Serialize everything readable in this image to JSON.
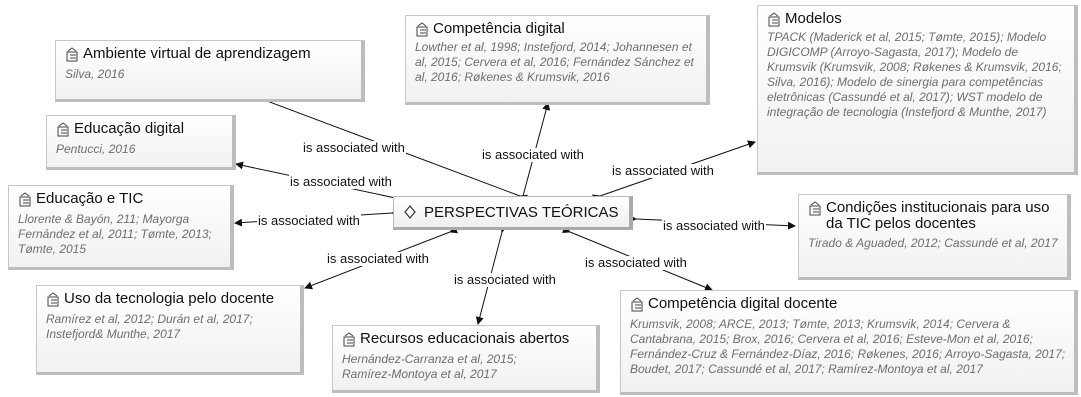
{
  "central": {
    "title": "PERSPECTIVAS TEÓRICAS"
  },
  "edge_label": "is associated with",
  "nodes": [
    {
      "id": "ambiente",
      "title": "Ambiente virtual de aprendizagem",
      "refs": "Silva, 2016"
    },
    {
      "id": "educacao-digital",
      "title": "Educação digital",
      "refs": "Pentucci, 2016"
    },
    {
      "id": "educacao-tic",
      "title": "Educação e TIC",
      "refs": "Llorente & Bayón, 211; Mayorga Fernández et al, 2011; Tømte, 2013; Tømte, 2015"
    },
    {
      "id": "uso-tecnologia",
      "title": "Uso da tecnologia pelo docente",
      "refs": "Ramírez et al, 2012; Durán et al, 2017; Instefjord& Munthe, 2017"
    },
    {
      "id": "recursos",
      "title": "Recursos educacionais abertos",
      "refs": "Hernández-Carranza et al, 2015; Ramírez-Montoya et al, 2017"
    },
    {
      "id": "competencia-docente",
      "title": "Competência digital docente",
      "refs": "Krumsvik, 2008; ARCE, 2013; Tømte, 2013; Krumsvik, 2014; Cervera & Cantabrana, 2015; Brox, 2016; Cervera et al, 2016; Esteve-Mon et al, 2016; Fernández-Cruz & Fernández-Díaz, 2016; Røkenes, 2016; Arroyo-Sagasta, 2017; Boudet, 2017; Cassundé et al, 2017; Ramírez-Montoya et al, 2017"
    },
    {
      "id": "condicoes",
      "title": "Condições institucionais para uso da TIC pelos docentes",
      "refs": "Tirado & Aguaded, 2012; Cassundé et al, 2017"
    },
    {
      "id": "modelos",
      "title": "Modelos",
      "refs": "TPACK (Maderick et al, 2015; Tømte, 2015); Modelo DIGICOMP (Arroyo-Sagasta, 2017); Modelo de Krumsvik (Krumsvik, 2008; Røkenes & Krumsvik, 2016; Silva, 2016); Modelo de sinergia para competências eletrônicas (Cassundé et al, 2017); WST modelo de integração de tecnologia (Instefjord & Munthe, 2017)"
    },
    {
      "id": "competencia",
      "title": "Competência digital",
      "refs": "Lowther et al, 1998; Instefjord, 2014; Johannesen et al, 2015; Cervera et al, 2016; Fernández Sánchez et al, 2016; Røkenes & Krumsvik, 2016"
    }
  ]
}
